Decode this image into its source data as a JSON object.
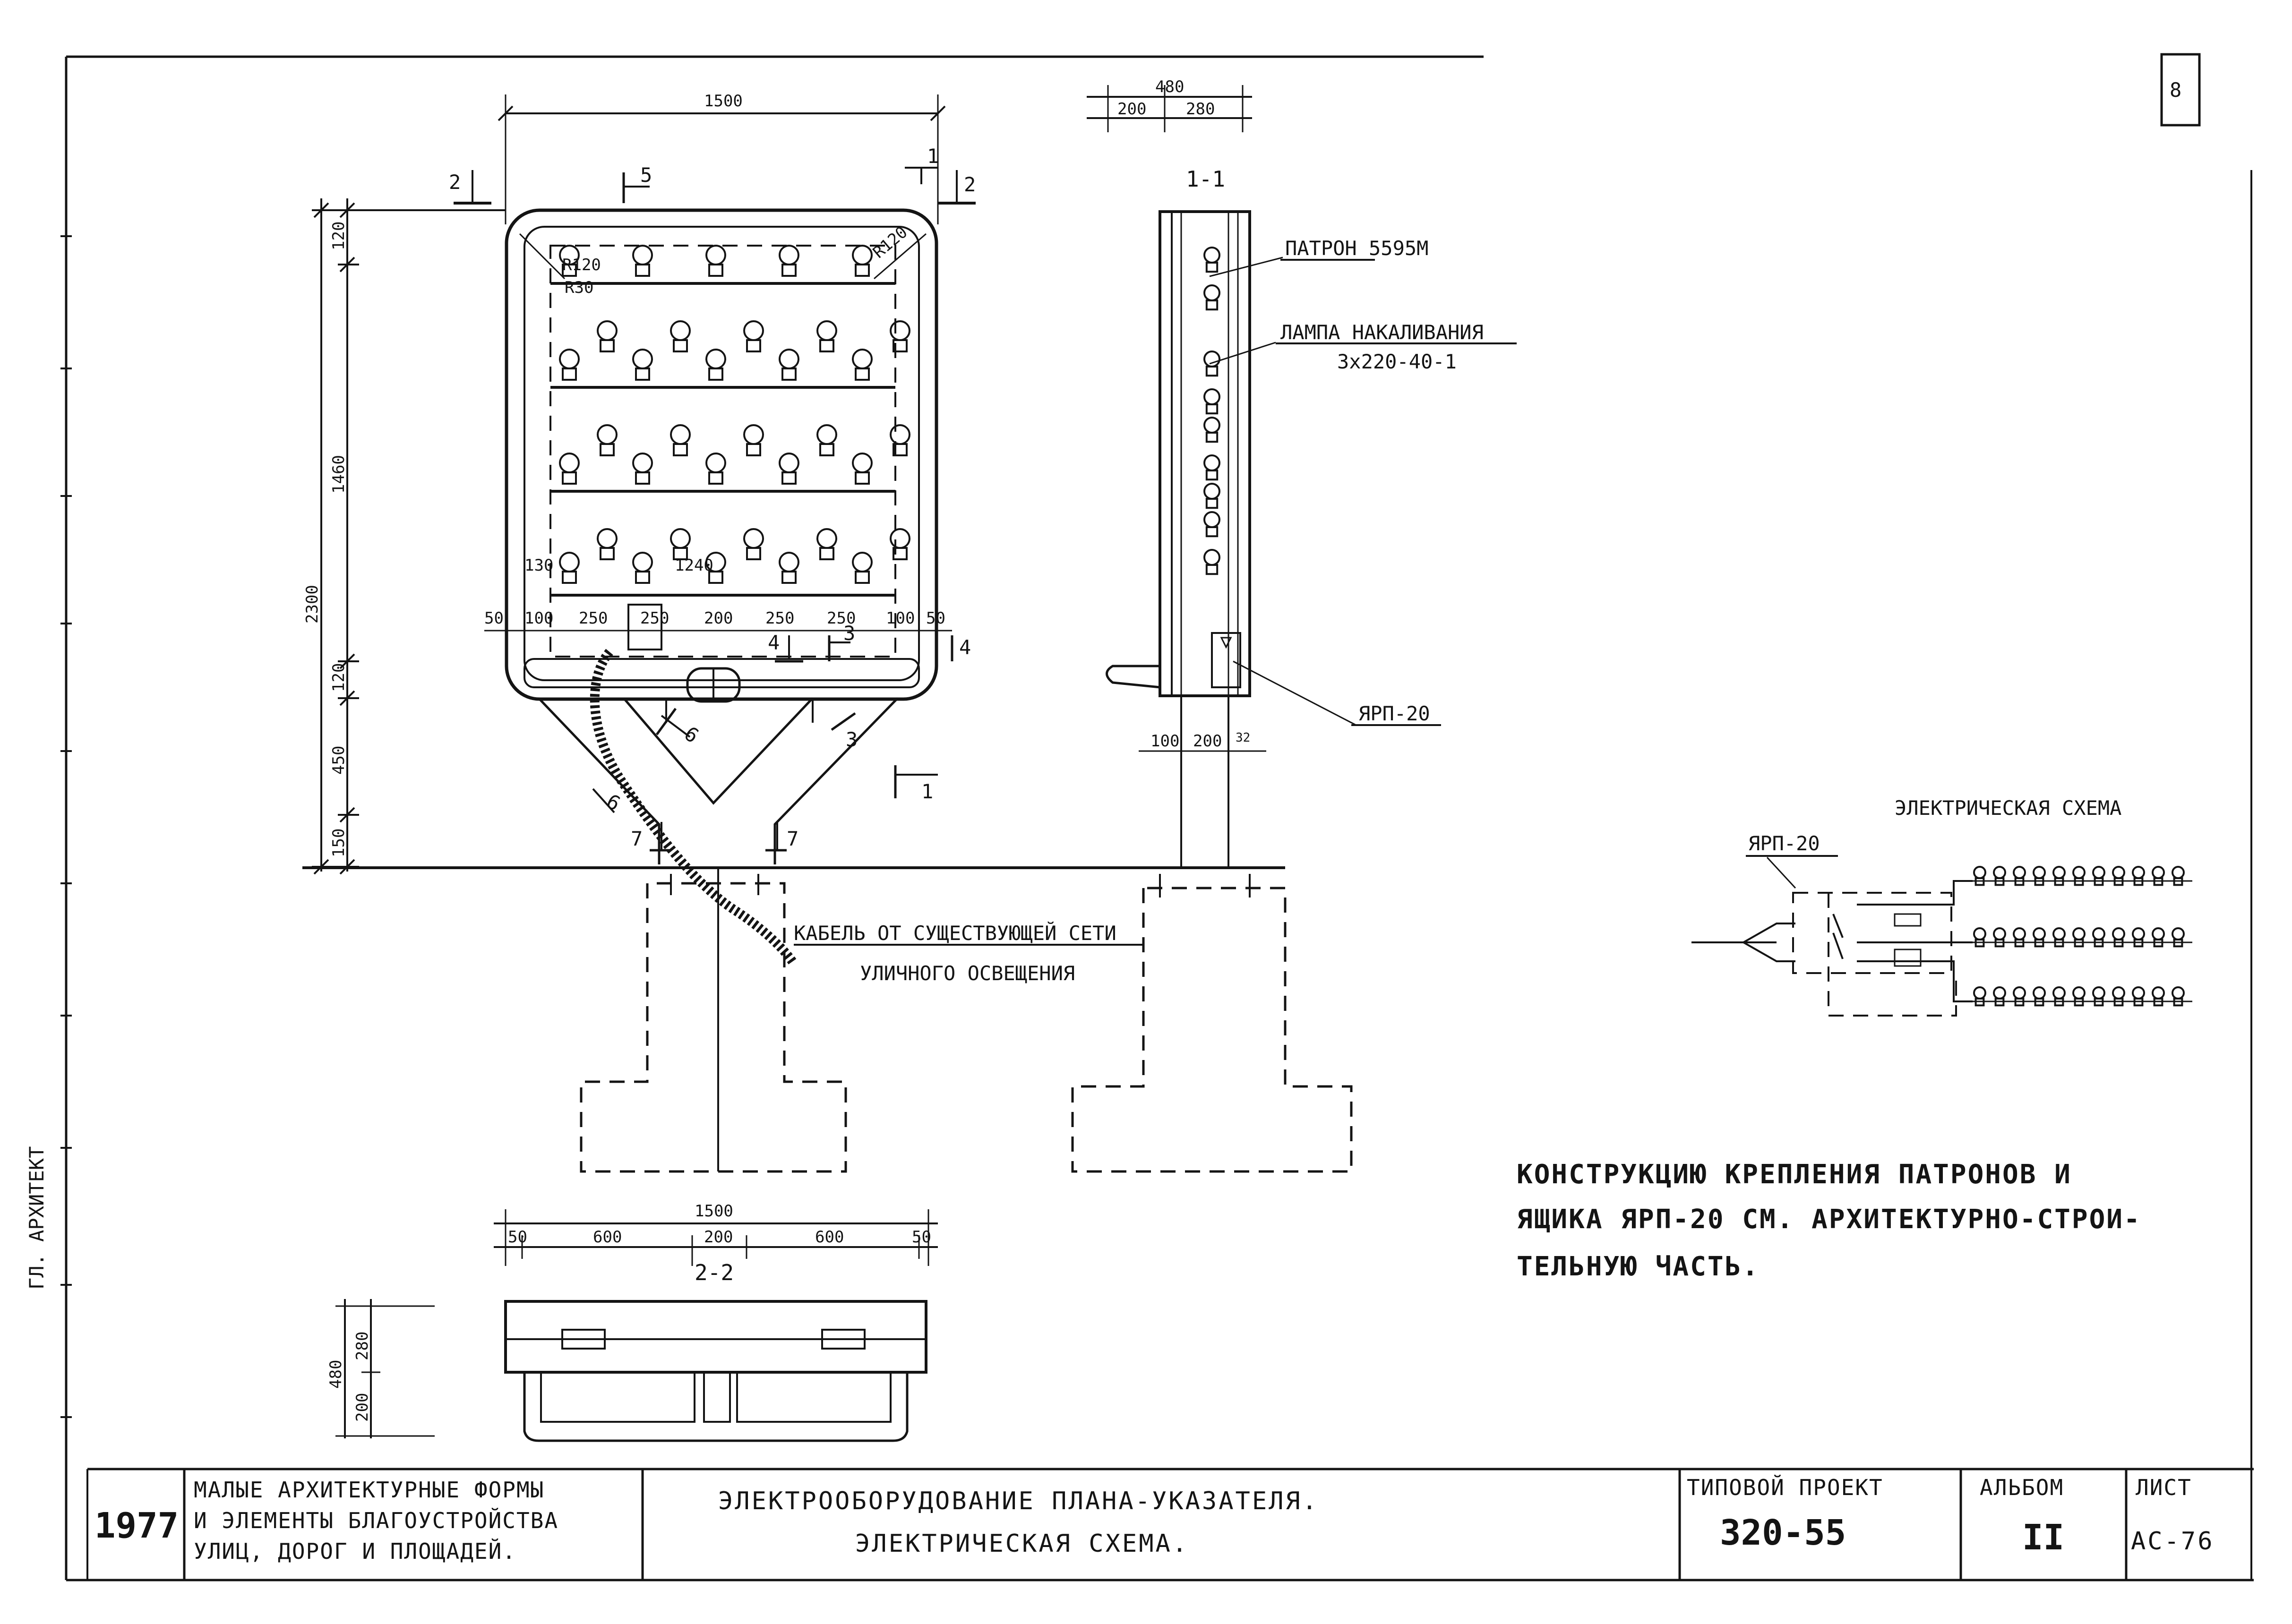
{
  "dimensions": {
    "front_width": "1500",
    "depth_total": "480",
    "depth_front": "200",
    "depth_back": "280",
    "total_height": "2300",
    "top_frame": "120",
    "panel_height": "1460",
    "bottom_frame": "120",
    "leg_height": "450",
    "base_height": "150",
    "row_spacing_1": "50",
    "row_spacing_2": "100",
    "row_spacing_3": "250",
    "row_spacing_4": "250",
    "row_spacing_5": "200",
    "row_spacing_6": "250",
    "row_spacing_7": "250",
    "row_spacing_8": "100",
    "row_spacing_9": "50",
    "corner_radius_left": "R120",
    "corner_radius_right": "R120",
    "inner_radius": "R30",
    "lamp_grid_width": "1240",
    "lamp_edge": "130",
    "sec11_frame": "100",
    "sec11_body": "200",
    "sec11_gap": "32",
    "bottom_width": "1500",
    "bottom_edge_l": "50",
    "bottom_left": "600",
    "bottom_mid": "200",
    "bottom_right": "600",
    "bottom_edge_r": "50",
    "plan_depth_total": "480",
    "plan_depth_back": "280",
    "plan_depth_front": "200"
  },
  "section_marks": {
    "s1": "1",
    "s2": "2",
    "s3": "3",
    "s4": "4",
    "s5": "5",
    "s6": "6",
    "s7": "7"
  },
  "section_titles": {
    "section_1_1": "1-1",
    "section_2_2": "2-2"
  },
  "callouts": {
    "socket": "ПАТРОН 5595М",
    "lamp": "ЛАМПА НАКАЛИВАНИЯ",
    "lamp_type": "3х220-40-1",
    "box": "ЯРП-20",
    "cable_1": "КАБЕЛЬ ОТ СУЩЕСТВУЮЩЕЙ СЕТИ",
    "cable_2": "УЛИЧНОГО ОСВЕЩЕНИЯ"
  },
  "scheme": {
    "title": "ЭЛЕКТРИЧЕСКАЯ СХЕМА",
    "box_label": "ЯРП-20"
  },
  "note": {
    "line1": "КОНСТРУКЦИЮ КРЕПЛЕНИЯ ПАТРОНОВ И",
    "line2": "ЯЩИКА ЯРП-20 СМ. АРХИТЕКТУРНО-СТРОИ-",
    "line3": "ТЕЛЬНУЮ ЧАСТЬ."
  },
  "title_block": {
    "year": "1977",
    "series_1": "МАЛЫЕ АРХИТЕКТУРНЫЕ ФОРМЫ",
    "series_2": "И ЭЛЕМЕНТЫ БЛАГОУСТРОЙСТВА",
    "series_3": "УЛИЦ, ДОРОГ И ПЛОЩАДЕЙ.",
    "title_1": "ЭЛЕКТРООБОРУДОВАНИЕ ПЛАНА-УКАЗАТЕЛЯ.",
    "title_2": "ЭЛЕКТРИЧЕСКАЯ СХЕМА.",
    "project_label": "ТИПОВОЙ ПРОЕКТ",
    "project_value": "320-55",
    "album_label": "АЛЬБОМ",
    "album_value": "II",
    "sheet_label": "ЛИСТ",
    "sheet_value": "АС-76",
    "corner_mark": "8",
    "margin_stamp": "ГЛ. АРХИТЕКТ"
  }
}
